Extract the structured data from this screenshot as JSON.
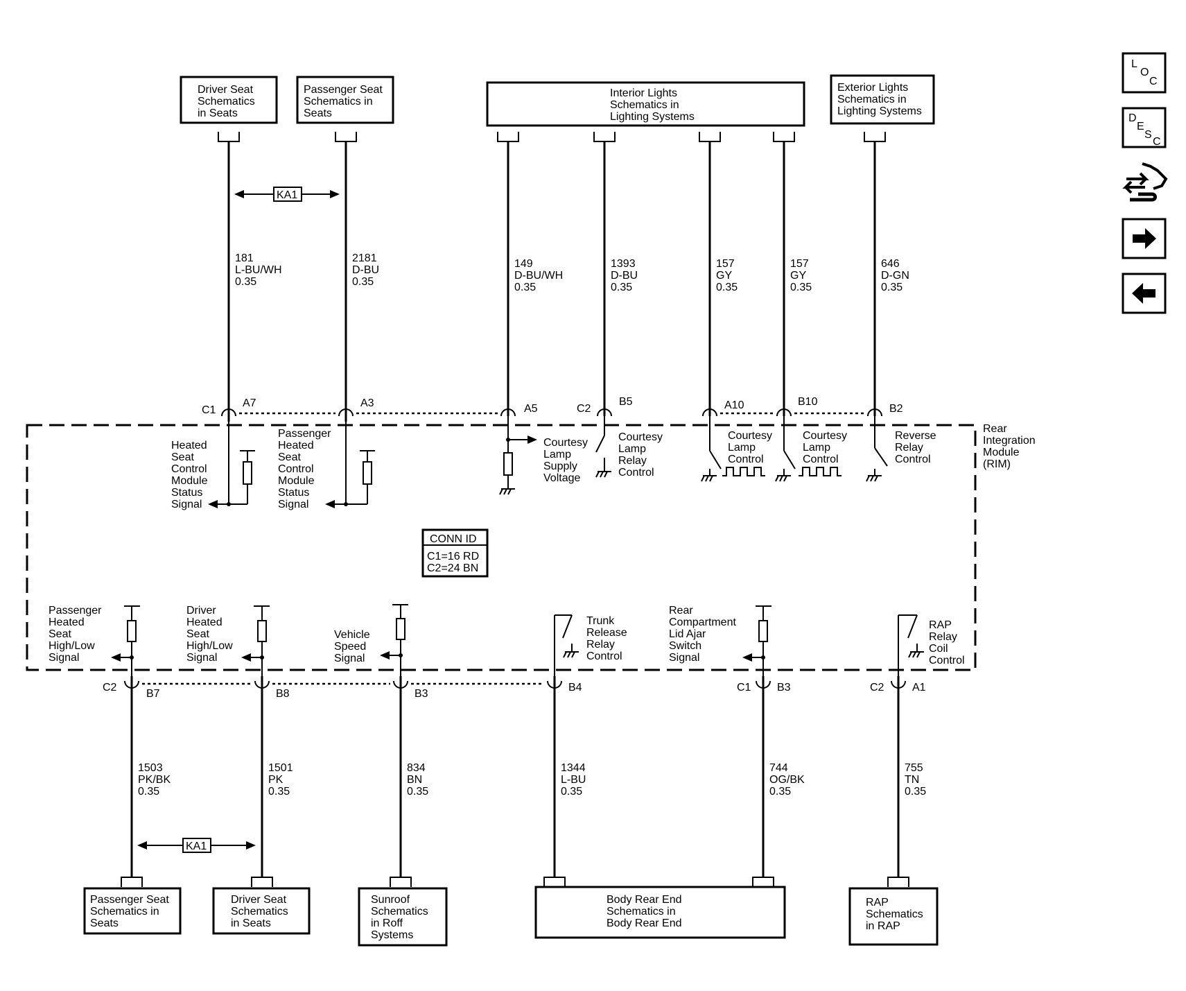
{
  "module": {
    "name": [
      "Rear",
      "Integration",
      "Module",
      "(RIM)"
    ]
  },
  "conn_id": {
    "title": "CONN ID",
    "c1": "C1=16 RD",
    "c2": "C2=24 BN"
  },
  "top_boxes": [
    {
      "lines": [
        "Driver Seat",
        "Schematics",
        "in Seats"
      ]
    },
    {
      "lines": [
        "Passenger Seat",
        "Schematics in",
        "Seats"
      ]
    },
    {
      "lines": [
        "Interior Lights",
        "Schematics in",
        "Lighting Systems"
      ]
    },
    {
      "lines": [
        "Exterior Lights",
        "Schematics in",
        "Lighting Systems"
      ]
    }
  ],
  "bottom_boxes": [
    {
      "lines": [
        "Passenger Seat",
        "Schematics in",
        "Seats"
      ]
    },
    {
      "lines": [
        "Driver Seat",
        "Schematics",
        "in Seats"
      ]
    },
    {
      "lines": [
        "Sunroof",
        "Schematics",
        "in Roff",
        "Systems"
      ]
    },
    {
      "lines": [
        "Body Rear End",
        "Schematics in",
        "Body Rear End"
      ]
    },
    {
      "lines": [
        "RAP",
        "Schematics",
        "in RAP"
      ]
    }
  ],
  "top_wires": [
    {
      "circuit": "181",
      "color": "L-BU/WH",
      "gauge": "0.35",
      "connector": "C1",
      "pin": "A7",
      "function": [
        "Heated",
        "Seat",
        "Control",
        "Module",
        "Status",
        "Signal"
      ]
    },
    {
      "circuit": "2181",
      "color": "D-BU",
      "gauge": "0.35",
      "connector": "",
      "pin": "A3",
      "function": [
        "Passenger",
        "Heated",
        "Seat",
        "Control",
        "Module",
        "Status",
        "Signal"
      ]
    },
    {
      "circuit": "149",
      "color": "D-BU/WH",
      "gauge": "0.35",
      "connector": "",
      "pin": "A5",
      "function": [
        "Courtesy",
        "Lamp",
        "Supply",
        "Voltage"
      ]
    },
    {
      "circuit": "1393",
      "color": "D-BU",
      "gauge": "0.35",
      "connector": "C2",
      "pin": "B5",
      "function": [
        "Courtesy",
        "Lamp",
        "Relay",
        "Control"
      ]
    },
    {
      "circuit": "157",
      "color": "GY",
      "gauge": "0.35",
      "connector": "",
      "pin": "A10",
      "function": [
        "Courtesy",
        "Lamp",
        "Control"
      ]
    },
    {
      "circuit": "157",
      "color": "GY",
      "gauge": "0.35",
      "connector": "",
      "pin": "B10",
      "function": [
        "Courtesy",
        "Lamp",
        "Control"
      ]
    },
    {
      "circuit": "646",
      "color": "D-GN",
      "gauge": "0.35",
      "connector": "",
      "pin": "B2",
      "function": [
        "Reverse",
        "Relay",
        "Control"
      ]
    }
  ],
  "bottom_wires": [
    {
      "circuit": "1503",
      "color": "PK/BK",
      "gauge": "0.35",
      "connector": "C2",
      "pin": "B7",
      "function": [
        "Passenger",
        "Heated",
        "Seat",
        "High/Low",
        "Signal"
      ]
    },
    {
      "circuit": "1501",
      "color": "PK",
      "gauge": "0.35",
      "connector": "",
      "pin": "B8",
      "function": [
        "Driver",
        "Heated",
        "Seat",
        "High/Low",
        "Signal"
      ]
    },
    {
      "circuit": "834",
      "color": "BN",
      "gauge": "0.35",
      "connector": "",
      "pin": "B3",
      "function": [
        "Vehicle",
        "Speed",
        "Signal"
      ]
    },
    {
      "circuit": "1344",
      "color": "L-BU",
      "gauge": "0.35",
      "connector": "",
      "pin": "B4",
      "function": [
        "Trunk",
        "Release",
        "Relay",
        "Control"
      ]
    },
    {
      "circuit": "744",
      "color": "OG/BK",
      "gauge": "0.35",
      "connector": "C1",
      "pin": "B3",
      "function": [
        "Rear",
        "Compartment",
        "Lid Ajar",
        "Switch",
        "Signal"
      ]
    },
    {
      "circuit": "755",
      "color": "TN",
      "gauge": "0.35",
      "connector": "C2",
      "pin": "A1",
      "function": [
        "RAP",
        "Relay",
        "Coil",
        "Control"
      ]
    }
  ],
  "ka_label": "KA1",
  "nav": {
    "loc": [
      "L",
      "O",
      "C"
    ],
    "desc": [
      "D",
      "E",
      "S",
      "C"
    ]
  }
}
